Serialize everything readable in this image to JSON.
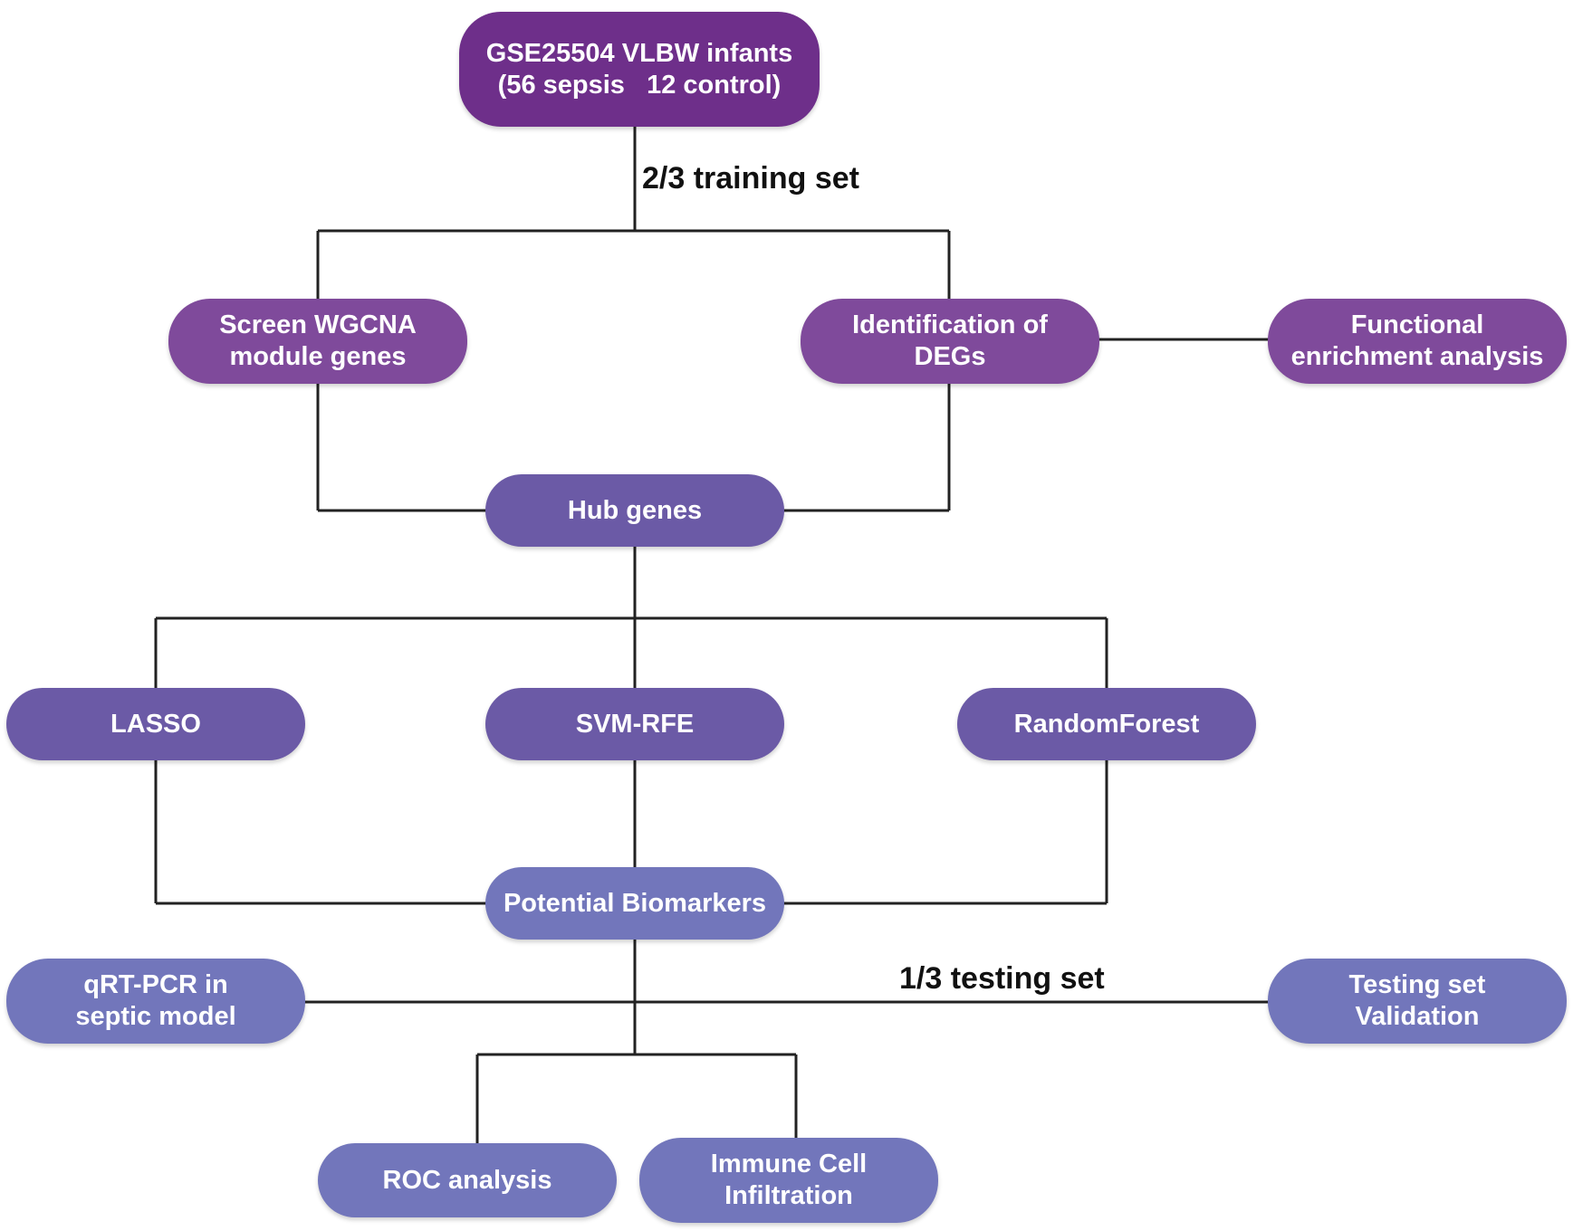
{
  "colors": {
    "dark_purple": "#6e2f8a",
    "purple": "#7f4a9b",
    "violet": "#6b5aa6",
    "blue_violet": "#7276bb",
    "line": "#222222"
  },
  "nodes": {
    "dataset": {
      "line1": "GSE25504 VLBW infants",
      "line2": "(56 sepsis   12 control)"
    },
    "wgcna": {
      "line1": "Screen WGCNA",
      "line2": "module genes"
    },
    "degs": {
      "line1": "Identification of",
      "line2": "DEGs"
    },
    "enrichment": {
      "line1": "Functional",
      "line2": "enrichment analysis"
    },
    "hub": {
      "line1": "Hub genes"
    },
    "lasso": {
      "line1": "LASSO"
    },
    "svm": {
      "line1": "SVM-RFE"
    },
    "rf": {
      "line1": "RandomForest"
    },
    "biomarkers": {
      "line1": "Potential Biomarkers"
    },
    "qrtpcr": {
      "line1": "qRT-PCR in",
      "line2": "septic model"
    },
    "testing_validation": {
      "line1": "Testing set",
      "line2": "Validation"
    },
    "roc": {
      "line1": "ROC analysis"
    },
    "immune": {
      "line1": "Immune Cell",
      "line2": "Infiltration"
    }
  },
  "edge_labels": {
    "training": "2/3 training set",
    "testing": "1/3 testing set"
  }
}
